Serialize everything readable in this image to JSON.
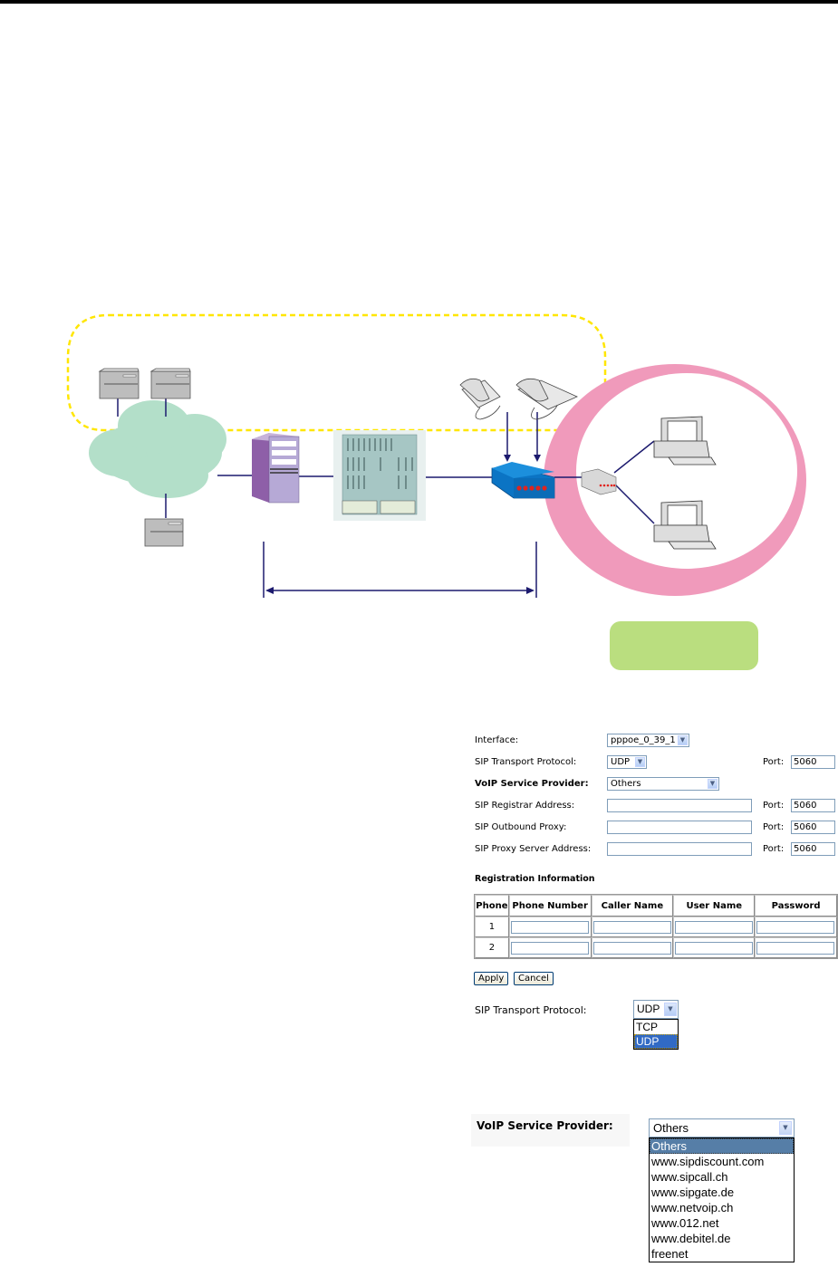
{
  "form": {
    "interface": {
      "label": "Interface:",
      "value": "pppoe_0_39_1"
    },
    "sip_transport": {
      "label": "SIP Transport Protocol:",
      "value": "UDP",
      "port_label": "Port:",
      "port": "5060"
    },
    "voip_provider": {
      "label": "VoIP Service Provider:",
      "value": "Others"
    },
    "sip_registrar": {
      "label": "SIP Registrar Address:",
      "value": "",
      "port_label": "Port:",
      "port": "5060"
    },
    "sip_outbound": {
      "label": "SIP Outbound Proxy:",
      "value": "",
      "port_label": "Port:",
      "port": "5060"
    },
    "sip_proxy": {
      "label": "SIP Proxy Server Address:",
      "value": "",
      "port_label": "Port:",
      "port": "5060"
    },
    "registration": {
      "title": "Registration Information",
      "columns": [
        "Phone",
        "Phone Number",
        "Caller Name",
        "User Name",
        "Password"
      ],
      "rows": [
        {
          "phone": "1",
          "phone_number": "",
          "caller_name": "",
          "user_name": "",
          "password": ""
        },
        {
          "phone": "2",
          "phone_number": "",
          "caller_name": "",
          "user_name": "",
          "password": ""
        }
      ]
    },
    "apply_label": "Apply",
    "cancel_label": "Cancel"
  },
  "transport_dropdown": {
    "label": "SIP Transport Protocol:",
    "value": "UDP",
    "options": [
      "TCP",
      "UDP"
    ],
    "selected": "UDP"
  },
  "provider_dropdown": {
    "label": "VoIP Service Provider:",
    "value": "Others",
    "options": [
      "Others",
      "www.sipdiscount.com",
      "www.sipcall.ch",
      "www.sipgate.de",
      "www.netvoip.ch",
      "www.012.net",
      "www.debitel.de",
      "freenet"
    ],
    "selected": "Others"
  },
  "diagram": {
    "colors": {
      "cloud": "#b3dfc9",
      "pink_ring": "#f09abb",
      "green_box": "#bade7f",
      "dotted_outline": "#ffe600",
      "link": "#1c1a6e",
      "modem": "#0b74c4",
      "server_tower": "#a97fbf"
    }
  }
}
